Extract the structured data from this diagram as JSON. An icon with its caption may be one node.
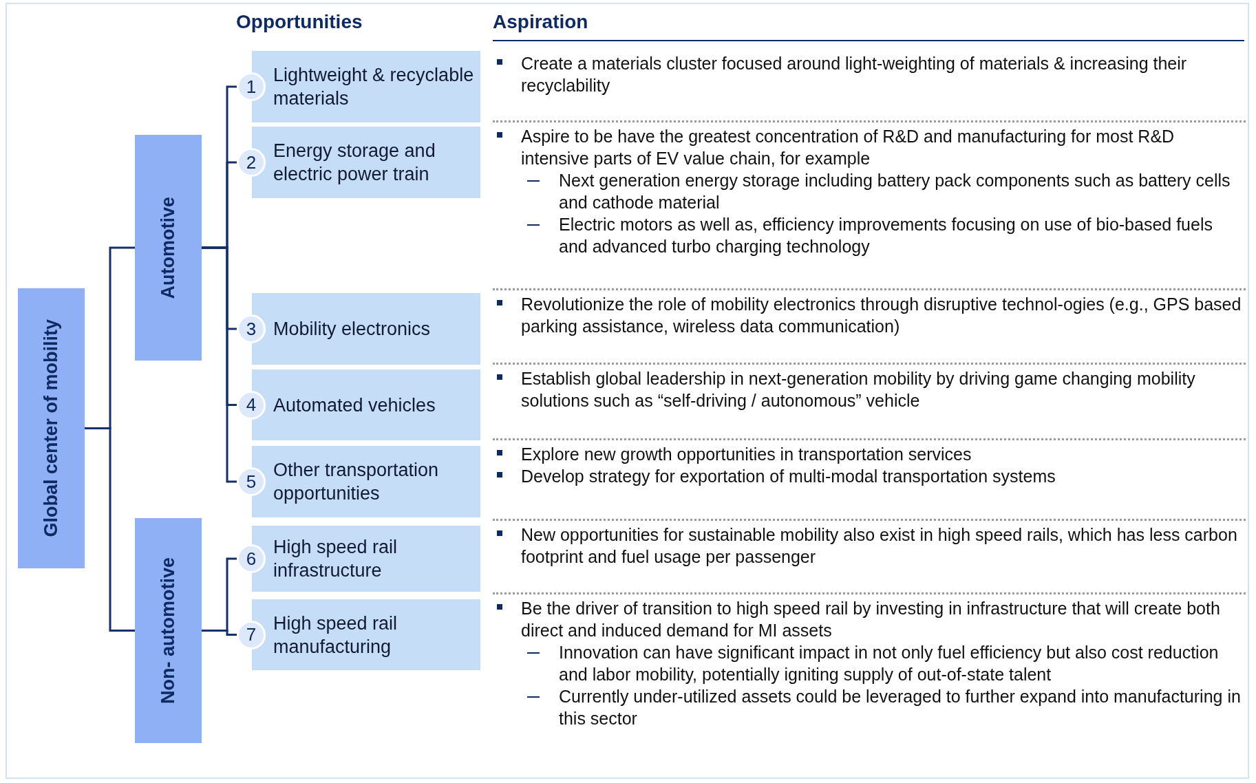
{
  "diagram": {
    "nodes": [
      {
        "text": [
          "Global center of mobility"
        ]
      },
      {
        "text": [
          "Automotive"
        ]
      },
      {
        "text": [
          "Non- automotive"
        ]
      },
      {
        "text": [
          "1"
        ]
      },
      {
        "text": [
          "Lightweight & recyclable materials"
        ]
      },
      {
        "text": [
          "2"
        ]
      },
      {
        "text": [
          "Energy storage and electric power train"
        ]
      },
      {
        "text": [
          "3"
        ]
      },
      {
        "text": [
          "Mobility electronics"
        ]
      },
      {
        "text": [
          "4"
        ]
      },
      {
        "text": [
          "Automated vehicles"
        ]
      },
      {
        "text": [
          "5"
        ]
      },
      {
        "text": [
          "Other transportation opportunities"
        ]
      },
      {
        "text": [
          "6"
        ]
      },
      {
        "text": [
          "High speed rail infrastructure"
        ]
      },
      {
        "text": [
          "7"
        ]
      },
      {
        "text": [
          "High speed rail manufacturing"
        ]
      }
    ],
    "edges": [
      {
        "from": 0,
        "to": 1,
        "arrow": "none"
      },
      {
        "from": 0,
        "to": 2,
        "arrow": "none"
      },
      {
        "from": 1,
        "to": 3,
        "arrow": "none"
      },
      {
        "from": 1,
        "to": 5,
        "arrow": "none"
      },
      {
        "from": 1,
        "to": 7,
        "arrow": "none"
      },
      {
        "from": 1,
        "to": 9,
        "arrow": "none"
      },
      {
        "from": 1,
        "to": 11,
        "arrow": "none"
      },
      {
        "from": 2,
        "to": 13,
        "arrow": "none"
      },
      {
        "from": 2,
        "to": 15,
        "arrow": "none"
      }
    ],
    "labels": [
      "Opportunities",
      "Aspiration",
      "Create a materials cluster focused around light-weighting of materials & increasing their recyclability",
      "Aspire to be have the greatest concentration of R&D and manufacturing for most R&D intensive parts of EV value chain, for example",
      "Next generation energy storage including battery pack components such as battery cells and cathode material",
      "Electric motors as well as, efficiency improvements focusing on use of bio-based fuels and advanced turbo charging technology",
      "Revolutionize the role of mobility electronics through disruptive technol-ogies (e.g., GPS based parking assistance, wireless data communication)",
      "Establish global leadership in next-generation mobility by driving game changing mobility solutions such as “self-driving / autonomous” vehicle",
      "Explore new growth opportunities in transportation services",
      "Develop strategy for exportation of multi-modal transportation systems",
      "New opportunities for sustainable mobility also exist in high speed rails, which has less carbon footprint and fuel usage per passenger",
      "Be the driver of transition to high speed rail by investing in infrastructure that will create both direct and induced demand for MI assets",
      "Innovation can have significant impact in not only fuel efficiency but also cost reduction and labor mobility, potentially igniting supply of out-of-state talent",
      "Currently under-utilized assets could be leveraged to further expand into manufacturing in this sector"
    ]
  }
}
